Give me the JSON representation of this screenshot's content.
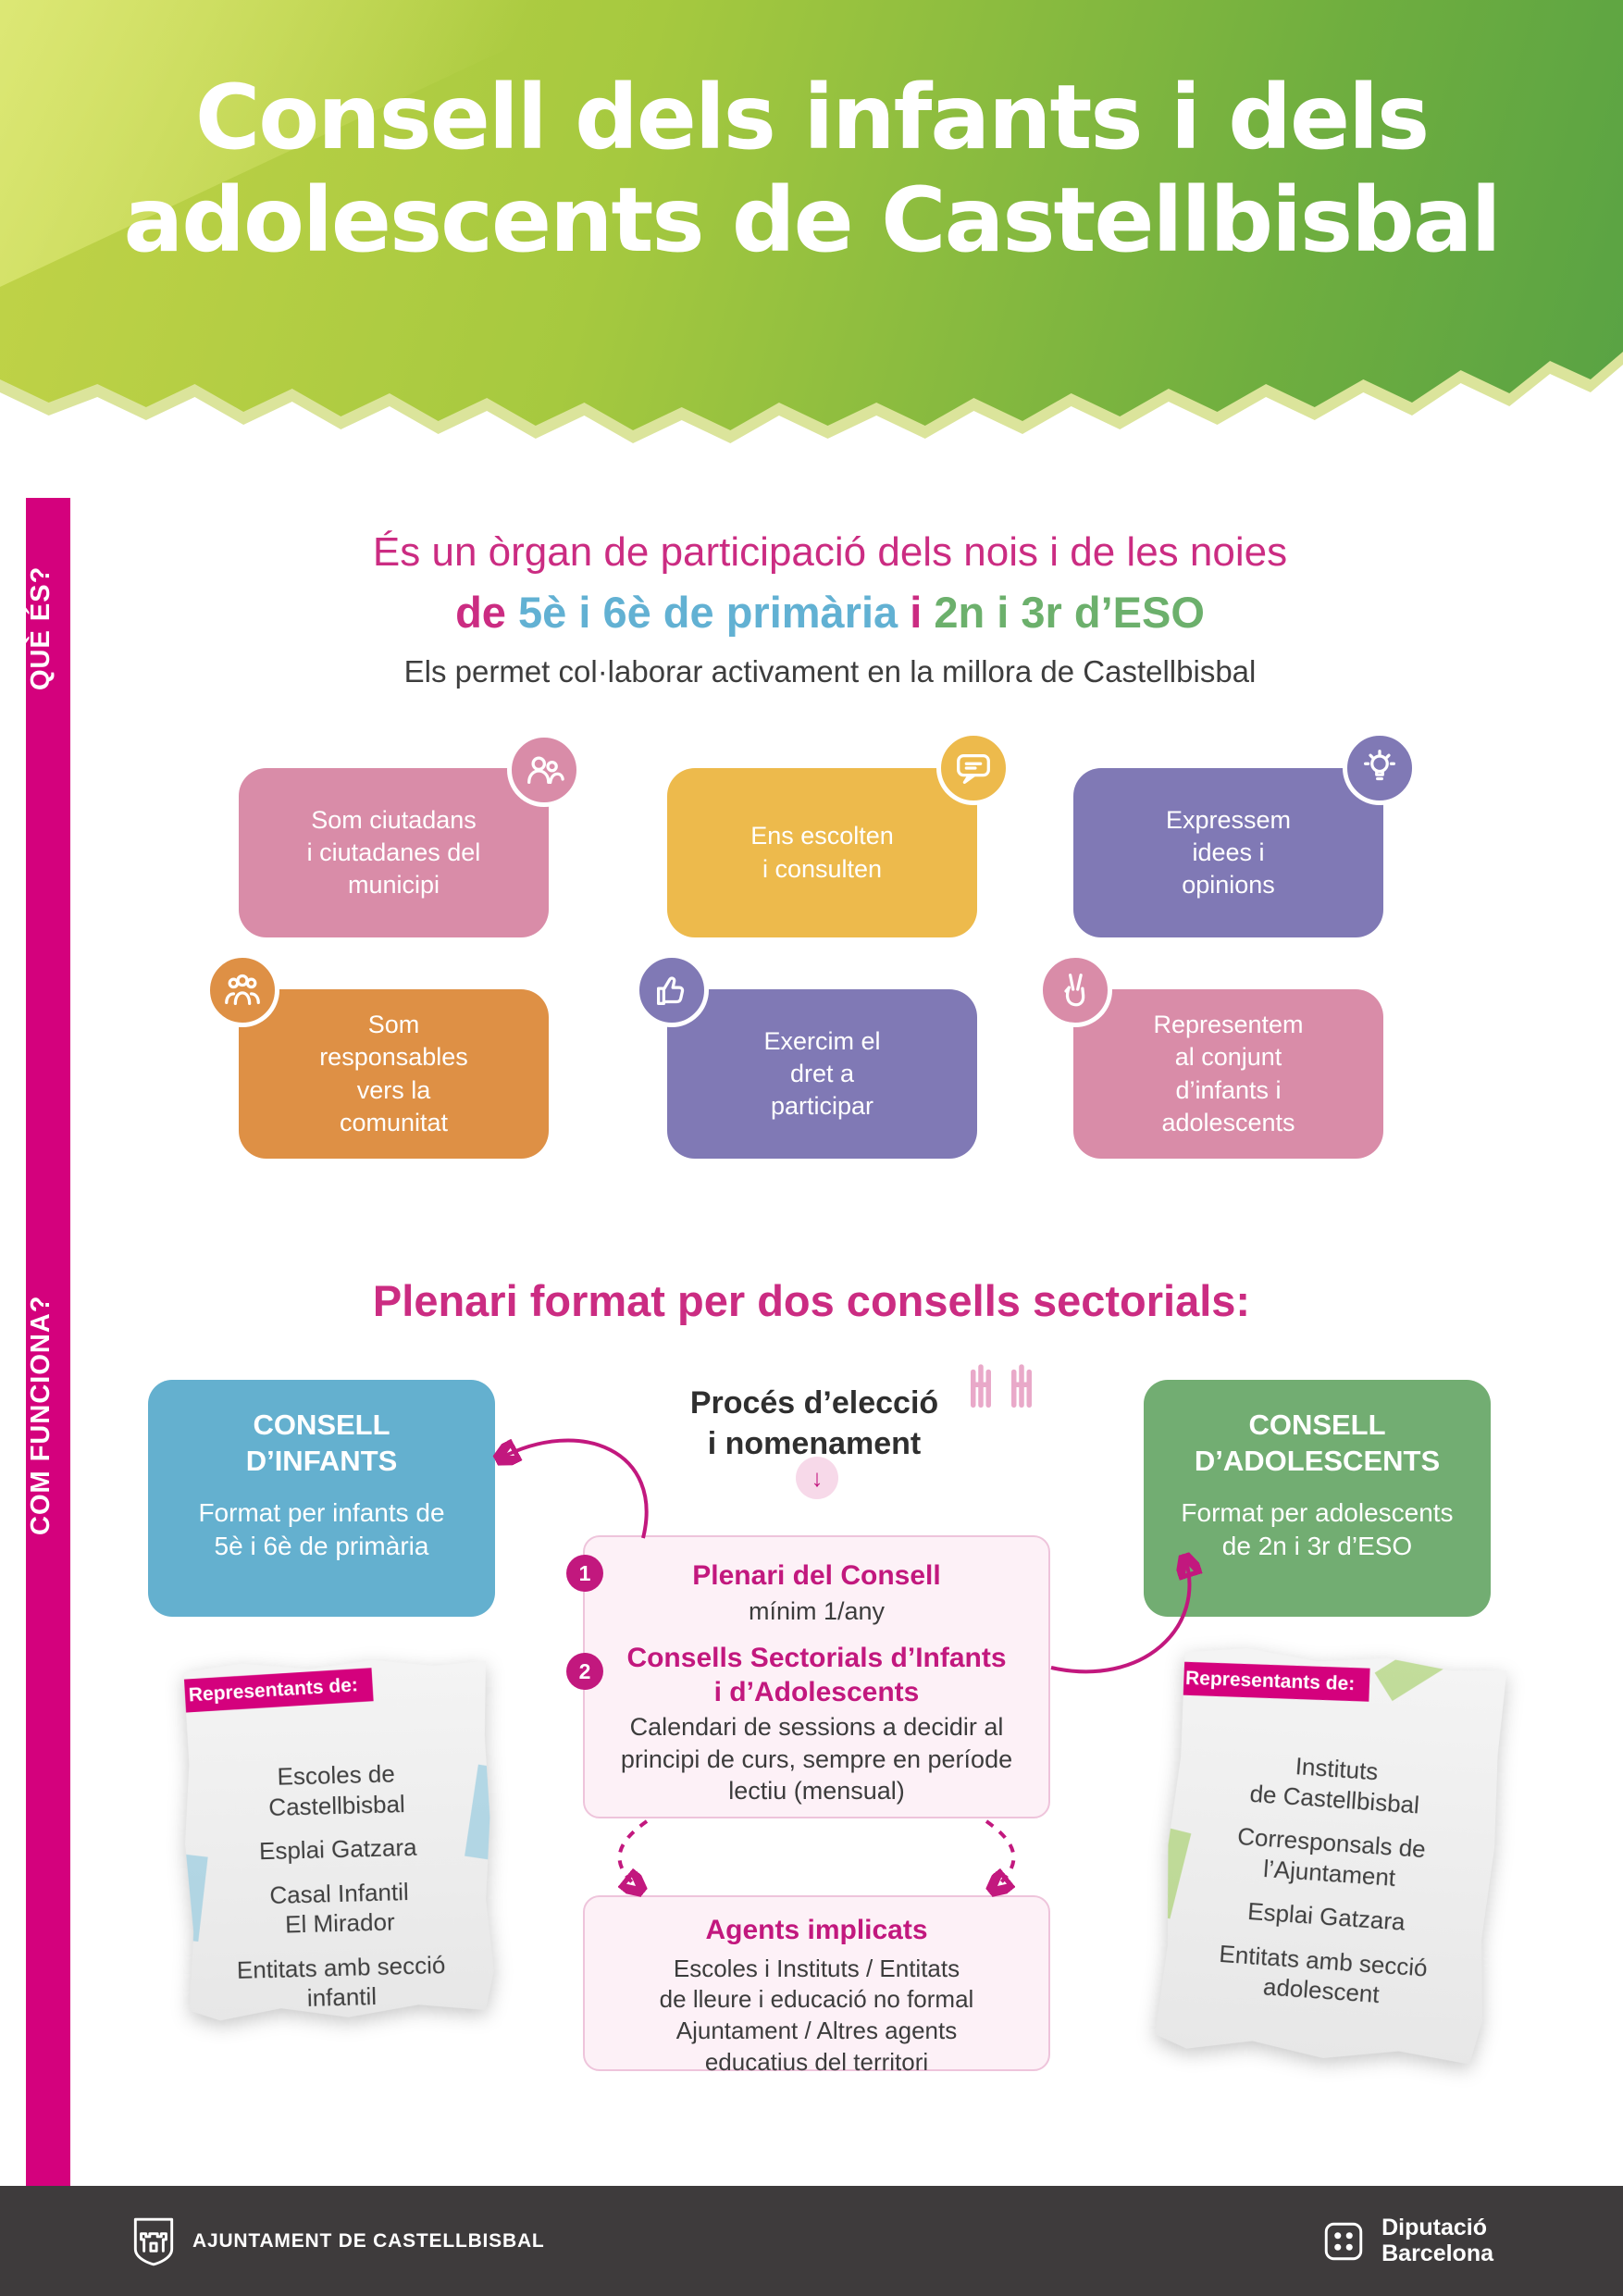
{
  "palette": {
    "magenta": "#d4017d",
    "header_green_light": "#c2d348",
    "header_green_dark": "#58a244",
    "card_pink": "#d98ca8",
    "card_yellow": "#edba4c",
    "card_purple": "#8079b5",
    "card_orange": "#de9045",
    "box_blue": "#64b0cf",
    "box_green": "#72ad72",
    "panel_pink_bg": "#fdf1f7",
    "footer_bg": "#3e3b3c"
  },
  "header": {
    "title_line1": "Consell dels infants i dels",
    "title_line2": "adolescents de Castellbisbal"
  },
  "sidebar": {
    "section1": "QUÈ ÉS?",
    "section2": "COM FUNCIONA?"
  },
  "icons": {
    "down_arrow": "↓"
  },
  "what_is": {
    "intro_line1": "És un òrgan de participació dels nois i de les noies",
    "de": "de",
    "primary": "5è i 6è de primària",
    "i": "i",
    "eso": "2n i 3r d’ESO",
    "sub": "Els permet col·laborar activament en la millora de Castellbisbal",
    "cards": [
      {
        "label": "Som ciutadans\ni ciutadanes del\nmunicipi",
        "icon": "citizens-icon"
      },
      {
        "label": "Ens escolten\ni consulten",
        "icon": "speech-bubble-icon"
      },
      {
        "label": "Expressem\nidees i\nopinions",
        "icon": "idea-icon"
      },
      {
        "label": "Som\nresponsables\nvers la\ncomunitat",
        "icon": "community-icon"
      },
      {
        "label": "Exercim el\ndret a\nparticipar",
        "icon": "vote-icon"
      },
      {
        "label": "Representem\nal conjunt\nd’infants i\nadolescents",
        "icon": "peace-hand-icon"
      }
    ]
  },
  "how": {
    "heading": "Plenari format per dos consells sectorials:",
    "infants_box": {
      "title": "CONSELL\nD’INFANTS",
      "body": "Format per infants de\n5è i 6è de primària"
    },
    "adolescents_box": {
      "title": "CONSELL\nD’ADOLESCENTS",
      "body": "Format per adolescents\nde 2n i 3r d’ESO"
    },
    "process_label": "Procés d’elecció\ni nomenament",
    "steps": [
      {
        "num": "1",
        "title": "Plenari del Consell",
        "body": "mínim 1/any"
      },
      {
        "num": "2",
        "title": "Consells Sectorials d’Infants\ni d’Adolescents",
        "body": "Calendari de sessions a decidir al\nprincipi de curs, sempre en període\nlectiu (mensual)"
      }
    ],
    "agents_box": {
      "title": "Agents implicats",
      "body": "Escoles i Instituts / Entitats\nde lleure i educació no formal\nAjuntament / Altres agents\neducatius del territori"
    },
    "left_note": {
      "label": "Representants de:",
      "items": [
        "Escoles de\nCastellbisbal",
        "Esplai Gatzara",
        "Casal Infantil\nEl Mirador",
        "Entitats amb secció\ninfantil"
      ]
    },
    "right_note": {
      "label": "Representants de:",
      "items": [
        "Instituts\nde Castellbisbal",
        "Corresponsals de\nl’Ajuntament",
        "Esplai Gatzara",
        "Entitats amb secció\nadolescent"
      ]
    }
  },
  "footer": {
    "ajuntament": "AJUNTAMENT DE CASTELLBISBAL",
    "diputacio_line1": "Diputació",
    "diputacio_line2": "Barcelona"
  }
}
